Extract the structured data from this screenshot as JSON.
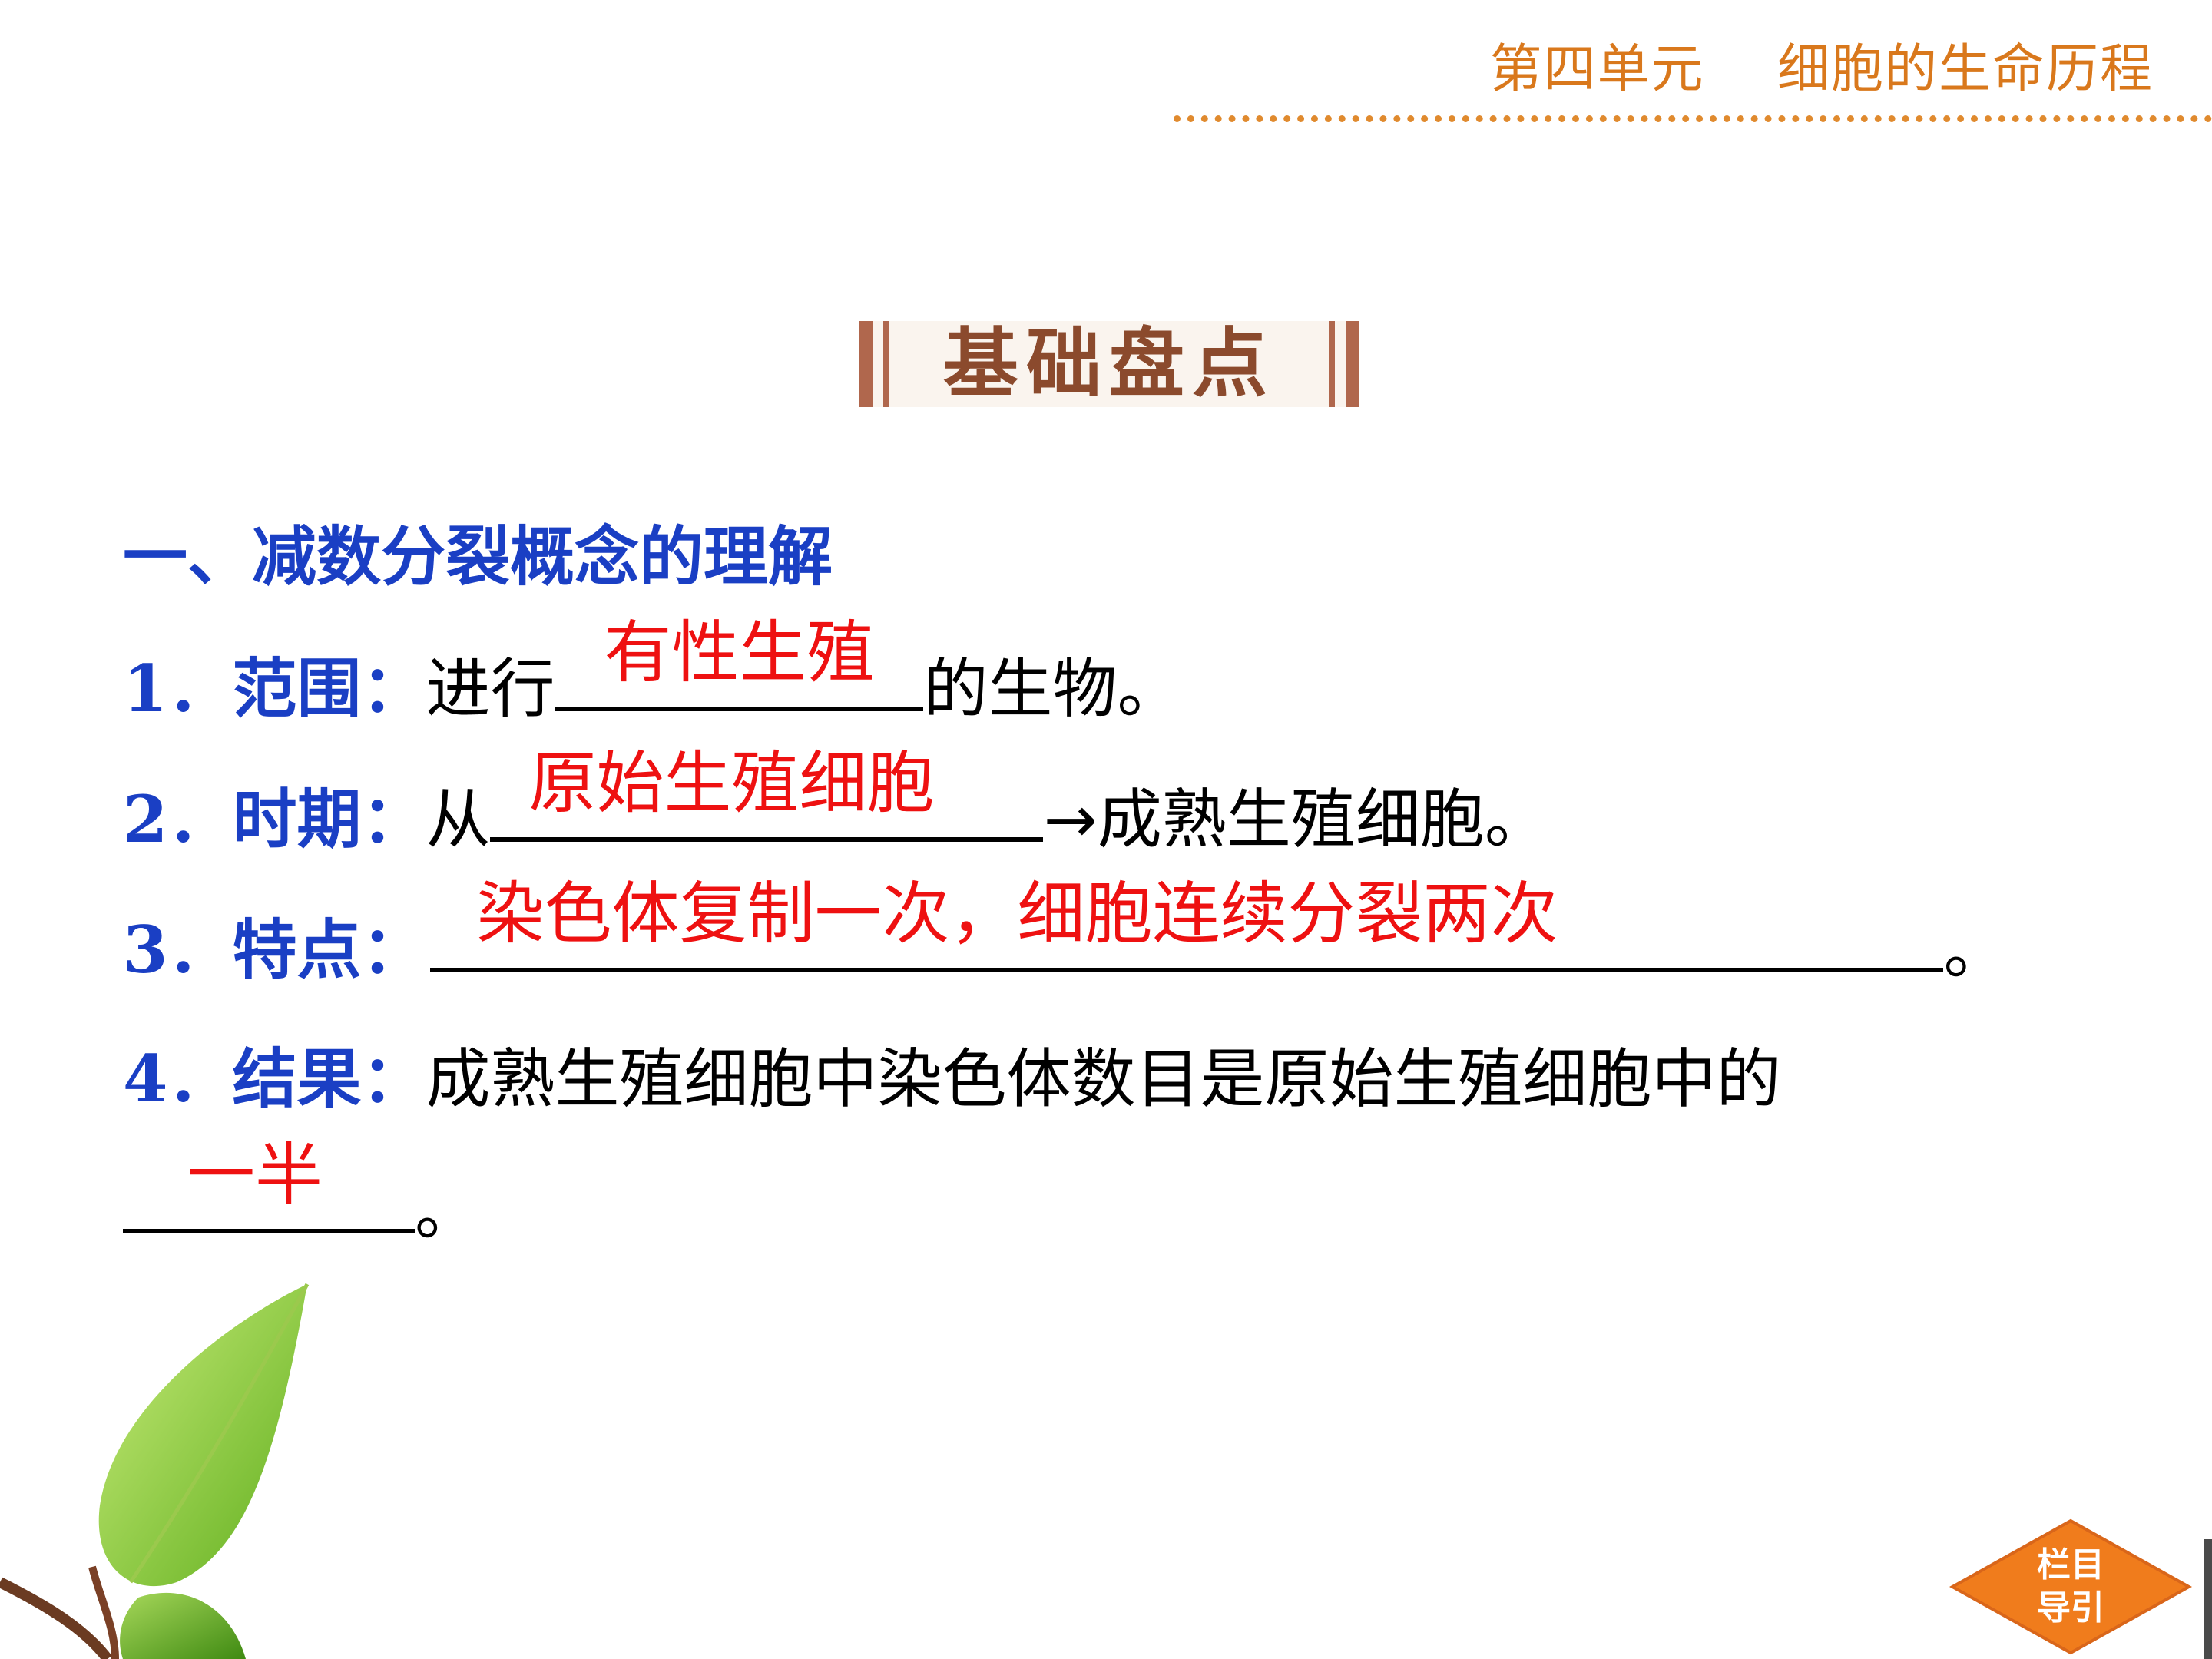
{
  "header": {
    "unit": "第四单元",
    "chapter": "细胞的生命历程"
  },
  "section_title": "基础盘点",
  "heading": "一、减数分裂概念的理解",
  "items": [
    {
      "num": "1．",
      "label": "范围：",
      "before": "进行",
      "answer": "有性生殖",
      "after": "的生物。"
    },
    {
      "num": "2．",
      "label": "时期：",
      "before": "从",
      "answer": "原始生殖细胞",
      "after": "→成熟生殖细胞。"
    },
    {
      "num": "3．",
      "label": "特点：",
      "before": "",
      "answer": "染色体复制一次，细胞连续分裂两次",
      "after": "。"
    },
    {
      "num": "4．",
      "label": "结果：",
      "before": "成熟生殖细胞中染色体数目是原始生殖细胞中的",
      "answer": "一半",
      "after": "。"
    }
  ],
  "nav_button": {
    "line1": "栏目",
    "line2": "导引"
  },
  "colors": {
    "header": "#d9781c",
    "heading": "#1a3fc4",
    "answer": "#ee1111",
    "nav": "#f07c1c"
  }
}
